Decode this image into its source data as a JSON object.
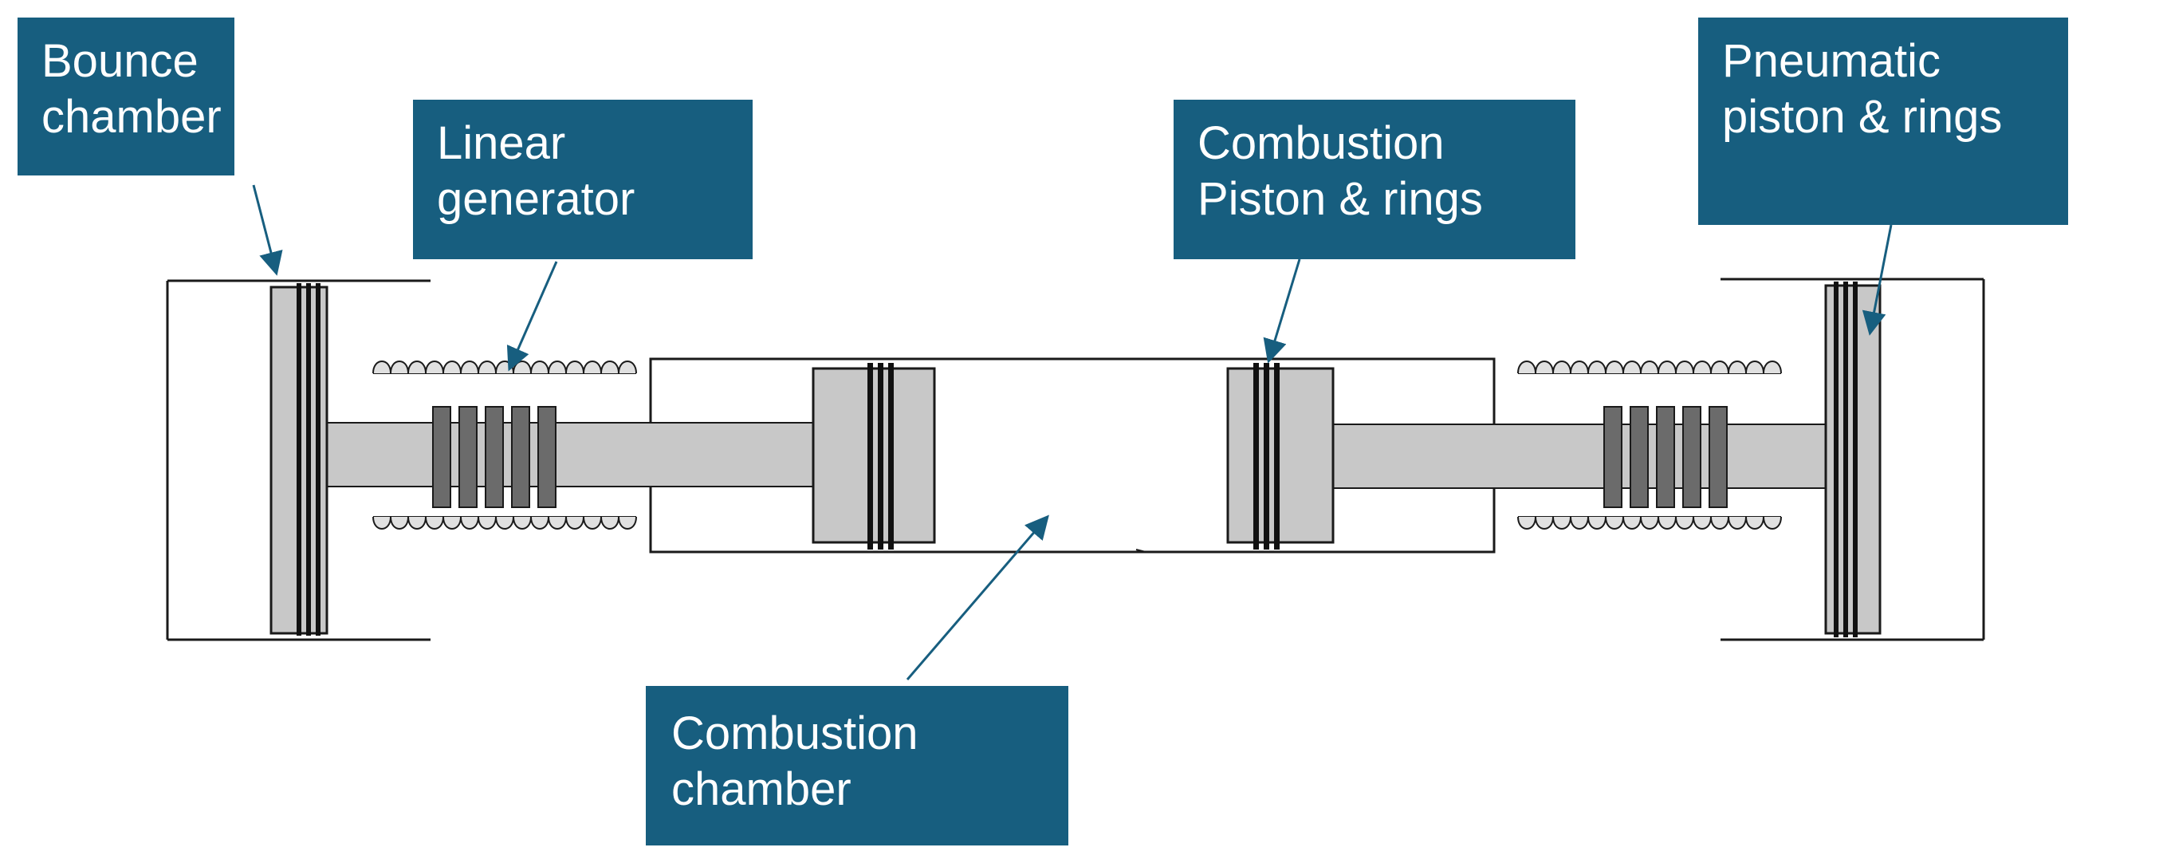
{
  "colors": {
    "label_box": "#175e7f",
    "piston_fill": "#c8c8c8",
    "rod_fill": "#c8c8c8",
    "magnet_fill": "#6b6b6b",
    "outline": "#1a1a1a",
    "coil_fill": "#e0e0e0"
  },
  "labels": {
    "bounce_chamber": {
      "line1": "Bounce",
      "line2": "chamber"
    },
    "linear_generator": {
      "line1": "Linear",
      "line2": "generator"
    },
    "combustion_piston": {
      "line1": "Combustion",
      "line2": "Piston & rings"
    },
    "pneumatic_piston": {
      "line1": "Pneumatic",
      "line2": "piston & rings"
    },
    "combustion_chamber": {
      "line1": "Combustion",
      "line2": "chamber"
    }
  },
  "icons": [
    "arrow-icon"
  ]
}
